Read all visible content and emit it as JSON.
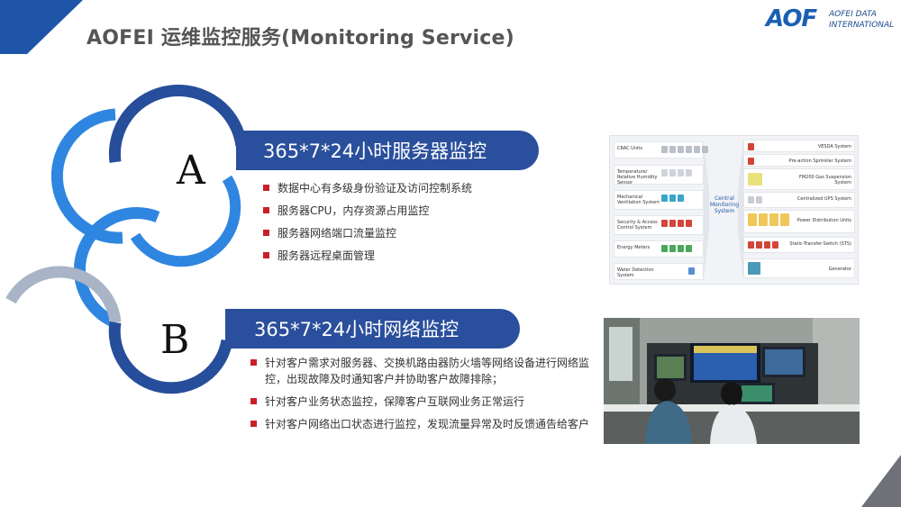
{
  "header": {
    "title": "AOFEI 运维监控服务(Monitoring Service)",
    "logo_mark": "AOF",
    "logo_line1": "AOFEI DATA",
    "logo_line2": "INTERNATIONAL"
  },
  "colors": {
    "banner_blue": "#2a4f9c",
    "ring_light": "#2f86e0",
    "ring_dark": "#264e9a",
    "ring_gray": "#a9b4c7",
    "bullet_red": "#c8202a",
    "corner_blue": "#1f55a8",
    "corner_gray": "#6e7178"
  },
  "section_a": {
    "letter": "A",
    "heading": "365*7*24小时服务器监控",
    "bullets": [
      "数据中心有多级身份验证及访问控制系统",
      "服务器CPU，内存资源占用监控",
      "服务器网络端口流量监控",
      "服务器远程桌面管理"
    ]
  },
  "section_b": {
    "letter": "B",
    "heading": "365*7*24小时网络监控",
    "bullets": [
      "针对客户需求对服务器、交换机路由器防火墙等网络设备进行网络监控，出现故障及时通知客户并协助客户故障排除；",
      "针对客户业务状态监控，保障客户互联网业务正常运行",
      "针对客户网络出口状态进行监控，发现流量异常及时反馈通告给客户"
    ]
  },
  "diagram": {
    "center_label": "Central Monitoring System",
    "left": [
      "CRAC Units",
      "Temperature/ Relative Humidity Sensor",
      "Mechanical Ventilation System",
      "Security & Access Control System",
      "Energy Meters",
      "Water Detection System"
    ],
    "right": [
      "VESDA System",
      "Pre-action Sprinkler System",
      "FM200 Gas Suspension System",
      "Centralized UPS System",
      "Power Distribution Units",
      "Static-Transfer-Switch (STS)",
      "Generator"
    ]
  }
}
